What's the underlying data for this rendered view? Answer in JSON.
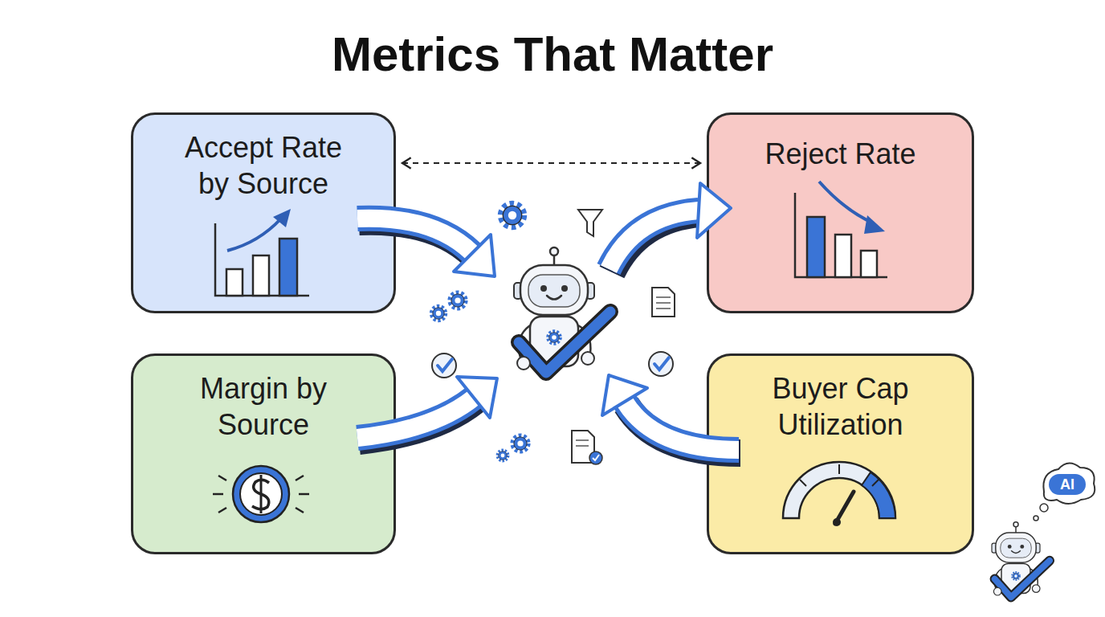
{
  "diagram": {
    "title": "Metrics That Matter",
    "nodes": [
      {
        "text": [
          "Accept Rate by Source"
        ]
      },
      {
        "text": [
          "Reject Rate"
        ]
      },
      {
        "text": [
          "Margin by Source"
        ]
      },
      {
        "text": [
          "Buyer Cap Utilization"
        ]
      }
    ],
    "edges": [
      {
        "from": 0,
        "to": 1,
        "arrow": "both"
      }
    ],
    "labels": [
      "AI"
    ]
  }
}
